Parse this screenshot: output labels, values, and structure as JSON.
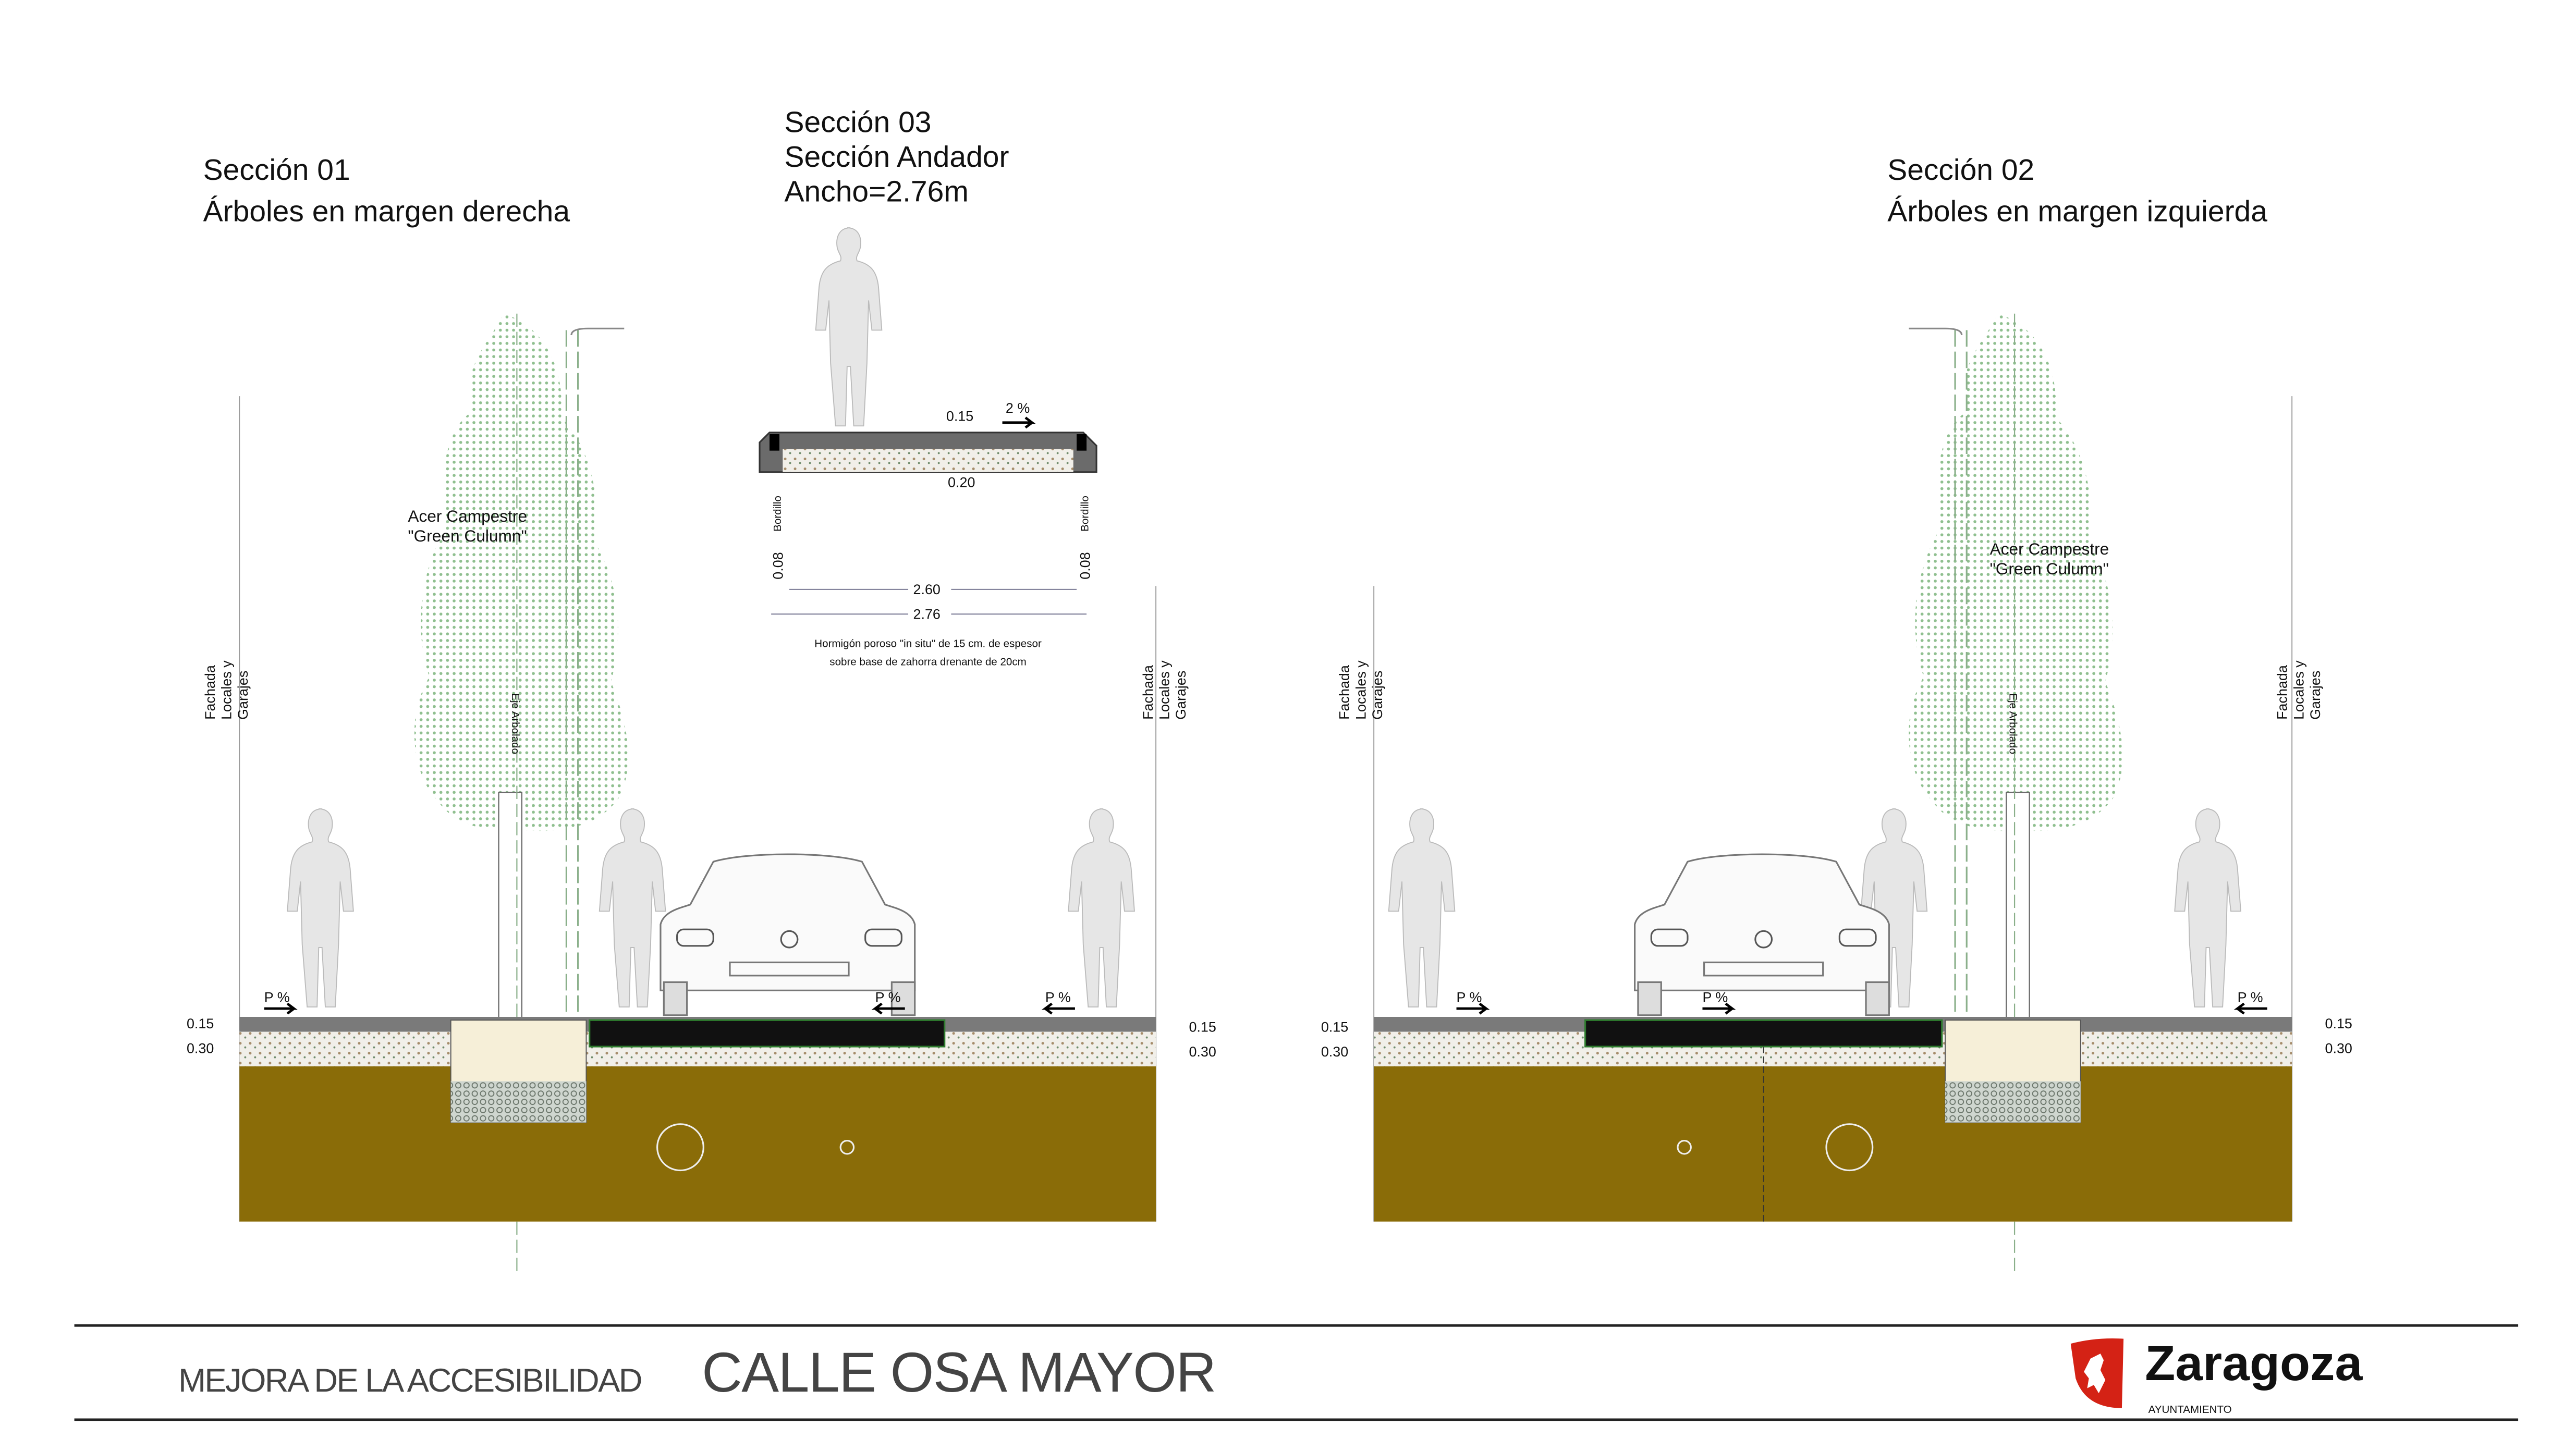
{
  "section01": {
    "title": "Sección 01",
    "subtitle": "Árboles en margen derecha",
    "tree_label_1": "Acer Campestre",
    "tree_label_2": "\"Green Culumn\"",
    "axis_label": "Eje Arbolado",
    "facade_left": [
      "Fachada",
      "Locales y",
      "Garajes"
    ],
    "facade_right": [
      "Locales y",
      "Garajes",
      "Fachada"
    ],
    "slope": "P %",
    "dim_top": "0.15",
    "dim_bottom": "0.30"
  },
  "section02": {
    "title": "Sección 02",
    "subtitle": "Árboles en margen izquierda",
    "tree_label_1": "Acer Campestre",
    "tree_label_2": "\"Green Culumn\"",
    "axis_label": "Eje Arbolado",
    "facade_left": [
      "Fachada",
      "Locales y",
      "Garajes"
    ],
    "facade_right": [
      "Locales y",
      "Garajes",
      "Fachada"
    ],
    "slope": "P %",
    "dim_top": "0.15",
    "dim_bottom": "0.30"
  },
  "section03": {
    "title": "Sección 03",
    "subtitle": "Sección Andador",
    "width": "Ancho=2.76m",
    "slope": "2 %",
    "dim_top": "0.15",
    "dim_base": "0.20",
    "curb": "Bordillo",
    "curb_dim": "0.08",
    "inner_width": "2.60",
    "total_width": "2.76",
    "note_1": "Hormigón poroso \"in situ\" de 15 cm. de espesor",
    "note_2": "sobre base de zahorra drenante de 20cm"
  },
  "footer": {
    "prefix": "MEJORA DE LA ACCESIBILIDAD",
    "title": "CALLE OSA MAYOR",
    "logo_name": "Zaragoza",
    "logo_sub": "AYUNTAMIENTO"
  },
  "colors": {
    "soil": "#8a6c08",
    "pavement": "#7a7a7a",
    "logo_red": "#d42215"
  }
}
